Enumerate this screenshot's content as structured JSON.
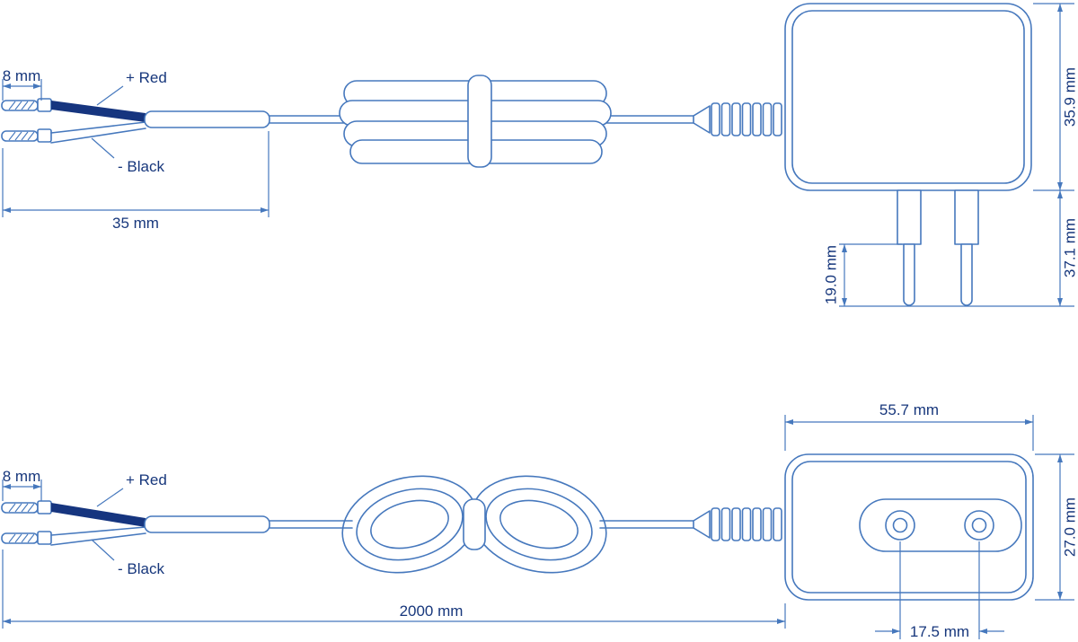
{
  "colors": {
    "line": "#4678bd",
    "text": "#17377c",
    "wire": "#16357f"
  },
  "top": {
    "strip": "8 mm",
    "red": "+ Red",
    "black": "- Black",
    "lead": "35 mm",
    "body_height": "35.9 mm",
    "overall": "37.1 mm",
    "pin_len": "19.0 mm"
  },
  "front": {
    "strip": "8 mm",
    "red": "+ Red",
    "black": "- Black",
    "width": "55.7 mm",
    "height": "27.0 mm",
    "pin_gap": "17.5 mm",
    "cable": "2000 mm"
  }
}
